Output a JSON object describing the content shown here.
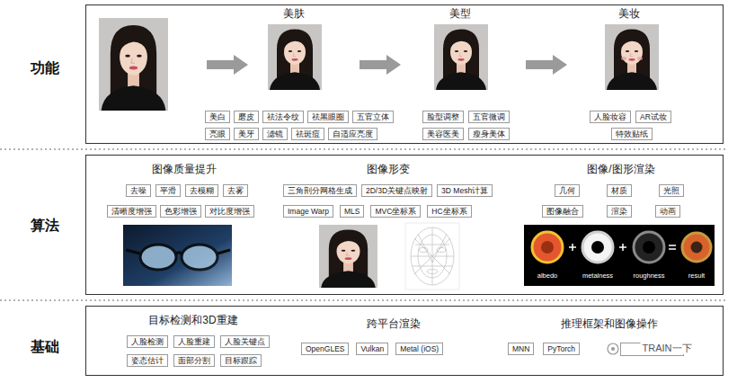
{
  "diagram": {
    "nodes": [
      {
        "text": [
          "功能"
        ]
      },
      {
        "text": [
          "美白"
        ],
        "in": 0
      },
      {
        "text": [
          "磨皮"
        ],
        "in": 0
      },
      {
        "text": [
          "祛法令纹"
        ],
        "in": 0
      },
      {
        "text": [
          "祛黑眼圈"
        ],
        "in": 0
      },
      {
        "text": [
          "五官立体"
        ],
        "in": 0
      },
      {
        "text": [
          "亮眼"
        ],
        "in": 0
      },
      {
        "text": [
          "美牙"
        ],
        "in": 0
      },
      {
        "text": [
          "滤镜"
        ],
        "in": 0
      },
      {
        "text": [
          "祛斑痘"
        ],
        "in": 0
      },
      {
        "text": [
          "自适应亮度"
        ],
        "in": 0
      },
      {
        "text": [
          "脸型调整"
        ],
        "in": 0
      },
      {
        "text": [
          "五官微调"
        ],
        "in": 0
      },
      {
        "text": [
          "美容医美"
        ],
        "in": 0
      },
      {
        "text": [
          "瘦身美体"
        ],
        "in": 0
      },
      {
        "text": [
          "人脸妆容"
        ],
        "in": 0
      },
      {
        "text": [
          "AR试妆"
        ],
        "in": 0
      },
      {
        "text": [
          "特效贴纸"
        ],
        "in": 0
      },
      {
        "text": [
          "算法"
        ]
      },
      {
        "text": [
          "去噪"
        ],
        "in": 18
      },
      {
        "text": [
          "平滑"
        ],
        "in": 18
      },
      {
        "text": [
          "去模糊"
        ],
        "in": 18
      },
      {
        "text": [
          "去雾"
        ],
        "in": 18
      },
      {
        "text": [
          "清晰度增强"
        ],
        "in": 18
      },
      {
        "text": [
          "色彩增强"
        ],
        "in": 18
      },
      {
        "text": [
          "对比度增强"
        ],
        "in": 18
      },
      {
        "text": [
          "三角剖分网格生成"
        ],
        "in": 18
      },
      {
        "text": [
          "2D/3D关键点映射"
        ],
        "in": 18
      },
      {
        "text": [
          "3D Mesh计算"
        ],
        "in": 18
      },
      {
        "text": [
          "Image Warp"
        ],
        "in": 18
      },
      {
        "text": [
          "MLS"
        ],
        "in": 18
      },
      {
        "text": [
          "MVC坐标系"
        ],
        "in": 18
      },
      {
        "text": [
          "HC坐标系"
        ],
        "in": 18
      },
      {
        "text": [
          "几何"
        ],
        "in": 18
      },
      {
        "text": [
          "材质"
        ],
        "in": 18
      },
      {
        "text": [
          "光照"
        ],
        "in": 18
      },
      {
        "text": [
          "图像融合"
        ],
        "in": 18
      },
      {
        "text": [
          "渲染"
        ],
        "in": 18
      },
      {
        "text": [
          "动画"
        ],
        "in": 18
      },
      {
        "text": [
          "基础"
        ]
      },
      {
        "text": [
          "人脸检测"
        ],
        "in": 39
      },
      {
        "text": [
          "人脸重建"
        ],
        "in": 39
      },
      {
        "text": [
          "人脸关键点"
        ],
        "in": 39
      },
      {
        "text": [
          "姿态估计"
        ],
        "in": 39
      },
      {
        "text": [
          "面部分割"
        ],
        "in": 39
      },
      {
        "text": [
          "目标跟踪"
        ],
        "in": 39
      },
      {
        "text": [
          "OpenGLES"
        ],
        "in": 39
      },
      {
        "text": [
          "Vulkan"
        ],
        "in": 39
      },
      {
        "text": [
          "Metal (iOS)"
        ],
        "in": 39
      },
      {
        "text": [
          "MNN"
        ],
        "in": 39
      },
      {
        "text": [
          "PyTorch"
        ],
        "in": 39
      }
    ],
    "labels": [
      "美肤",
      "美型",
      "美妆",
      "图像质量提升",
      "图像形变",
      "图像/图形渲染",
      "albedo",
      "metalness",
      "roughness",
      "result",
      "目标检测和3D重建",
      "跨平台渲染",
      "推理框架和图像操作",
      "TRAIN一下"
    ]
  }
}
